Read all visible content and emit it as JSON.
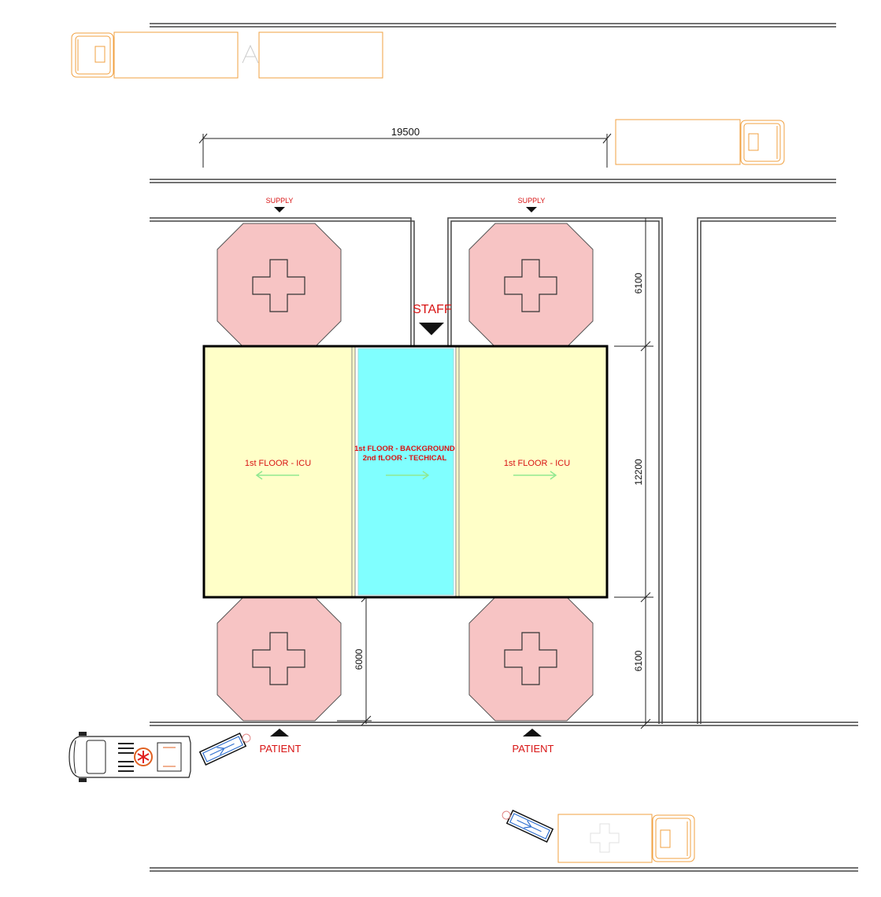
{
  "dimensions": {
    "width_top": "19500",
    "upper_depth": "6100",
    "main_depth": "12200",
    "lower_depth": "6100",
    "lower_left_depth": "6000"
  },
  "labels": {
    "supply_left": "SUPPLY",
    "supply_right": "SUPPLY",
    "staff": "STAFF",
    "left_zone": "1st FLOOR - ICU",
    "right_zone": "1st FLOOR - ICU",
    "center_line1": "1st FLOOR - BACKGROUND",
    "center_line2": "2nd fLOOR - TECHICAL",
    "patient_left": "PATIENT",
    "patient_right": "PATIENT"
  },
  "colors": {
    "icu_fill": "#ffffc8",
    "center_fill": "#80ffff",
    "module_fill": "#f7c4c4",
    "vehicle_outline": "#f0a040",
    "label_red": "#d81414",
    "arrow_green": "#90e890"
  },
  "icons": {
    "module": "medical-cross-icon",
    "entry_marker": "triangle-marker-icon",
    "ambulance": "ambulance-icon",
    "stretcher": "stretcher-icon",
    "truck": "truck-icon"
  }
}
